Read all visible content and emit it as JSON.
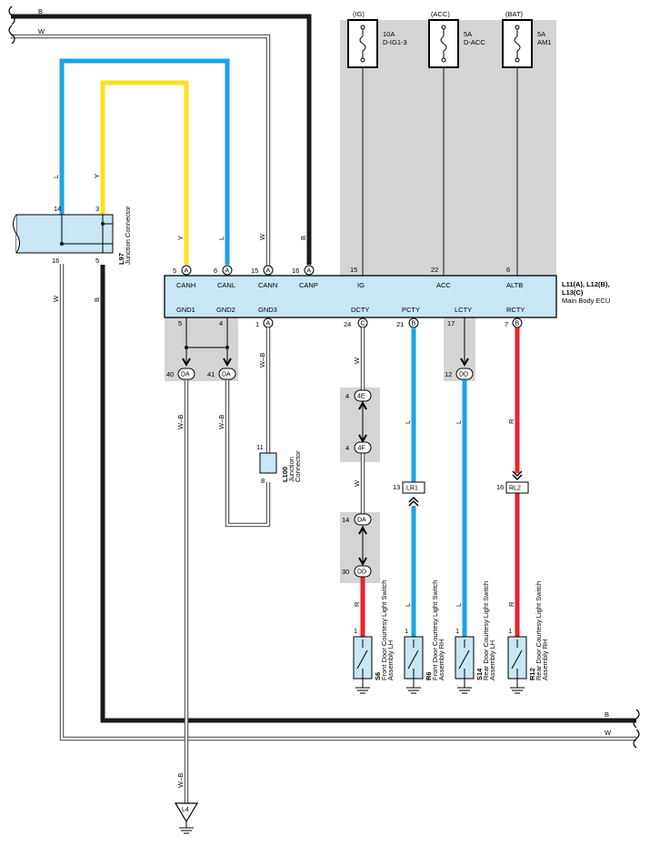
{
  "fuses": [
    {
      "supply": "(IG)",
      "rating": "10A",
      "name": "D-IG1-3"
    },
    {
      "supply": "(ACC)",
      "rating": "5A",
      "name": "D-ACC"
    },
    {
      "supply": "(BAT)",
      "rating": "5A",
      "name": "AM1"
    }
  ],
  "wire_colors": {
    "L": "#1AA3E8",
    "Y": "#FFE01A",
    "R": "#E8232D",
    "B": "#1A1A1A",
    "W": "#FFFFFF",
    "WB": "#FFFFFF"
  },
  "wire_labels": {
    "b": "B",
    "w": "W",
    "l": "L",
    "y": "Y",
    "r": "R",
    "wb": "W–B"
  },
  "ecu": {
    "label_line1": "L11(A), L12(B),",
    "label_line2": "L13(C)",
    "label_line3": "Main Body ECU",
    "top_pins": [
      {
        "num": "5",
        "conn": "A",
        "name": "CANH"
      },
      {
        "num": "6",
        "conn": "A",
        "name": "CANL"
      },
      {
        "num": "15",
        "conn": "A",
        "name": "CANN"
      },
      {
        "num": "16",
        "conn": "A",
        "name": "CANP"
      },
      {
        "num": "15",
        "conn": "",
        "name": "IG"
      },
      {
        "num": "22",
        "conn": "",
        "name": "ACC"
      },
      {
        "num": "6",
        "conn": "",
        "name": "ALTB"
      }
    ],
    "bottom_pins": [
      {
        "num": "5",
        "conn": "",
        "name": "GND1"
      },
      {
        "num": "4",
        "conn": "",
        "name": "GND2"
      },
      {
        "num": "1",
        "conn": "A",
        "name": "GND3"
      },
      {
        "num": "24",
        "conn": "C",
        "name": "DCTY"
      },
      {
        "num": "21",
        "conn": "B",
        "name": "PCTY"
      },
      {
        "num": "17",
        "conn": "",
        "name": "LCTY"
      },
      {
        "num": "7",
        "conn": "B",
        "name": "RCTY"
      }
    ]
  },
  "l97": {
    "id": "L97",
    "desc": "Junction Connector",
    "pin14": "14",
    "pin3": "3",
    "pin16": "16",
    "pin5": "5"
  },
  "l100": {
    "id": "L100",
    "desc1": "Junction",
    "desc2": "Connector",
    "pin11": "11",
    "pin8": "8"
  },
  "connectors": [
    {
      "num": "40",
      "id": "DA"
    },
    {
      "num": "41",
      "id": "DA"
    },
    {
      "num": "4",
      "id": "4E"
    },
    {
      "num": "4",
      "id": "4F"
    },
    {
      "num": "14",
      "id": "DA"
    },
    {
      "num": "30",
      "id": "DD"
    },
    {
      "num": "12",
      "id": "DD"
    },
    {
      "num": "13",
      "id": "LR1"
    },
    {
      "num": "16",
      "id": "RL2"
    }
  ],
  "switches": [
    {
      "pin": "1",
      "id": "S6",
      "line1": "Front Door Courtesy Light Switch",
      "line2": "Assembly LH"
    },
    {
      "pin": "1",
      "id": "R6",
      "line1": "Front Door Courtesy Light Switch",
      "line2": "Assembly RH"
    },
    {
      "pin": "1",
      "id": "S14",
      "line1": "Rear Door Courtesy Light Switch",
      "line2": "Assembly LH"
    },
    {
      "pin": "1",
      "id": "R12",
      "line1": "Rear Door Courtesy Light Switch",
      "line2": "Assembly RH"
    }
  ],
  "ground": {
    "id": "L4"
  }
}
